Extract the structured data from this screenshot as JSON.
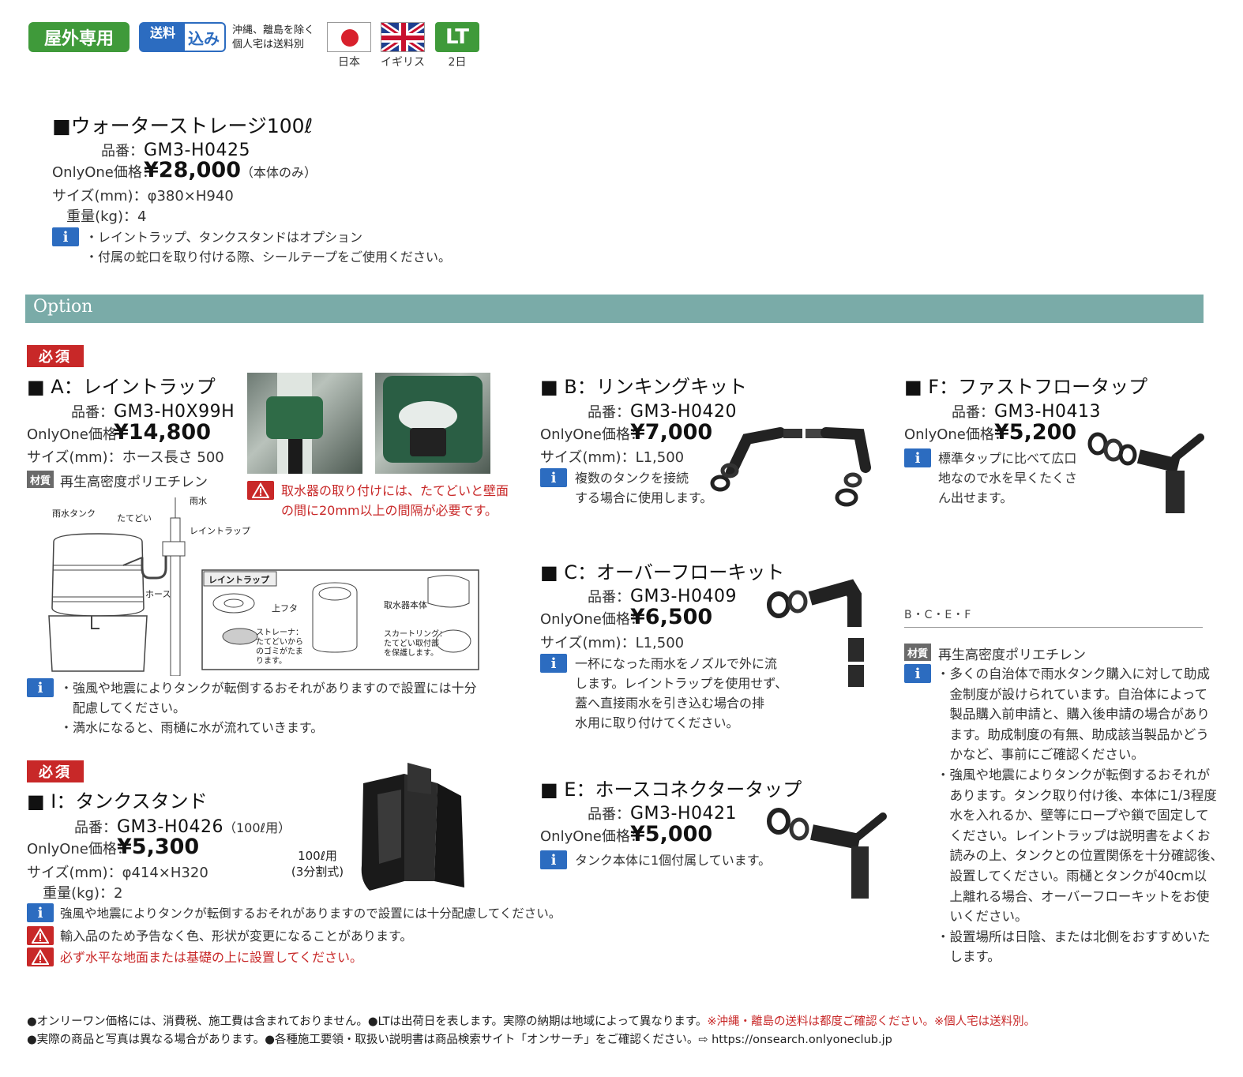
{
  "header": {
    "outdoor_label": "屋外専用",
    "shipping_label1": "送料",
    "shipping_label2": "込み",
    "shipping_note1": "沖縄、離島を除く",
    "shipping_note2": "個人宅は送料別",
    "country1": "日本",
    "country2": "イギリス",
    "lt_label": "LT",
    "lt_value": "2日"
  },
  "main_product": {
    "title": "■ウォーターストレージ100ℓ",
    "code_label": "品番：",
    "code": "GM3-H0425",
    "price_label": "OnlyOne価格：",
    "price": "¥28,000",
    "price_note": "（本体のみ）",
    "size_label": "サイズ(mm)：",
    "size": "φ380×H940",
    "weight_label": "重量(kg)：",
    "weight": "4",
    "info_icon": "i",
    "notes": [
      "・レイントラップ、タンクスタンドはオプション",
      "・付属の蛇口を取り付ける際、シールテープをご使用ください。"
    ]
  },
  "option_bar": {
    "label": "Option"
  },
  "required_label": "必須",
  "product_a": {
    "title": "■ A：レイントラップ",
    "code_label": "品番：",
    "code": "GM3-H0X99H",
    "price_label": "OnlyOne価格：",
    "price": "¥14,800",
    "size_label": "サイズ(mm)：",
    "size": "ホース長さ 500",
    "material_icon": "材質",
    "material": "再生高密度ポリエチレン",
    "warning": [
      "取水器の取り付けには、たてどいと壁面",
      "の間に20mm以上の間隔が必要です。"
    ],
    "diagram": {
      "rain": "雨水",
      "tank": "雨水タンク",
      "downpipe": "たてどい",
      "raintrap": "レイントラップ",
      "hose": "ホース",
      "inset_title": "レイントラップ",
      "lid": "上フタ",
      "body": "取水器本体",
      "strainer": [
        "ストレーナ：",
        "たてどいから",
        "のゴミがたま",
        "ります。"
      ],
      "skirt": [
        "スカートリング：",
        "たてどい取付部",
        "を保護します。"
      ]
    },
    "notes": [
      "・強風や地震によりタンクが転倒するおそれがありますので設置には十分",
      "　配慮してください。",
      "・満水になると、雨樋に水が流れていきます。"
    ]
  },
  "product_i": {
    "title": "■ I：タンクスタンド",
    "code_label": "品番：",
    "code": "GM3-H0426",
    "code_note": "（100ℓ用）",
    "price_label": "OnlyOne価格：",
    "price": "¥5,300",
    "size_label": "サイズ(mm)：",
    "size": "φ414×H320",
    "weight_label": "重量(kg)：",
    "weight": "2",
    "photo_caption1": "100ℓ用",
    "photo_caption2": "(3分割式)",
    "info_note": "強風や地震によりタンクが転倒するおそれがありますので設置には十分配慮してください。",
    "warn_note1": "輸入品のため予告なく色、形状が変更になることがあります。",
    "warn_note2": "必ず水平な地面または基礎の上に設置してください。"
  },
  "product_b": {
    "title": "■ B：リンキングキット",
    "code_label": "品番：",
    "code": "GM3-H0420",
    "price_label": "OnlyOne価格：",
    "price": "¥7,000",
    "size_label": "サイズ(mm)：",
    "size": "L1,500",
    "notes": [
      "複数のタンクを接続",
      "する場合に使用します。"
    ]
  },
  "product_c": {
    "title": "■ C：オーバーフローキット",
    "code_label": "品番：",
    "code": "GM3-H0409",
    "price_label": "OnlyOne価格：",
    "price": "¥6,500",
    "size_label": "サイズ(mm)：",
    "size": "L1,500",
    "notes": [
      "一杯になった雨水をノズルで外に流",
      "します。レイントラップを使用せず、",
      "蓋へ直接雨水を引き込む場合の排",
      "水用に取り付けてください。"
    ]
  },
  "product_e": {
    "title": "■ E：ホースコネクタータップ",
    "code_label": "品番：",
    "code": "GM3-H0421",
    "price_label": "OnlyOne価格：",
    "price": "¥5,000",
    "notes": [
      "タンク本体に1個付属しています。"
    ]
  },
  "product_f": {
    "title": "■ F：ファストフロータップ",
    "code_label": "品番：",
    "code": "GM3-H0413",
    "price_label": "OnlyOne価格：",
    "price": "¥5,200",
    "notes": [
      "標準タップに比べて広口",
      "地なので水を早くたくさ",
      "ん出せます。"
    ]
  },
  "common": {
    "header": "B・C・E・F",
    "material_icon": "材質",
    "material": "再生高密度ポリエチレン",
    "notes": [
      "・多くの自治体で雨水タンク購入に対して助成",
      "　金制度が設けられています。自治体によって",
      "　製品購入前申請と、購入後申請の場合があり",
      "　ます。助成制度の有無、助成該当製品かどう",
      "　かなど、事前にご確認ください。",
      "・強風や地震によりタンクが転倒するおそれが",
      "　あります。タンク取り付け後、本体に1/3程度",
      "　水を入れるか、壁等にロープや鎖で固定して",
      "　ください。レイントラップは説明書をよくお",
      "　読みの上、タンクとの位置関係を十分確認後、",
      "　設置してください。雨樋とタンクが40cm以",
      "　上離れる場合、オーバーフローキットをお使",
      "　いください。",
      "・設置場所は日陰、または北側をおすすめいた",
      "　します。"
    ]
  },
  "footer": {
    "line1_a": "●オンリーワン価格には、消費税、施工費は含まれておりません。●LTは出荷日を表します。実際の納期は地域によって異なります。",
    "line1_b": "※沖縄・離島の送料は都度ご確認ください。※個人宅は送料別。",
    "line2": "●実際の商品と写真は異なる場合があります。●各種施工要領・取扱い説明書は商品検索サイト「オンサーチ」をご確認ください。⇨ https://onsearch.onlyoneclub.jp"
  },
  "colors": {
    "option_bar": "#7aaba8",
    "accent_red": "#c82828",
    "info_blue": "#2c6cc0",
    "badge_green": "#3f9a3a"
  }
}
